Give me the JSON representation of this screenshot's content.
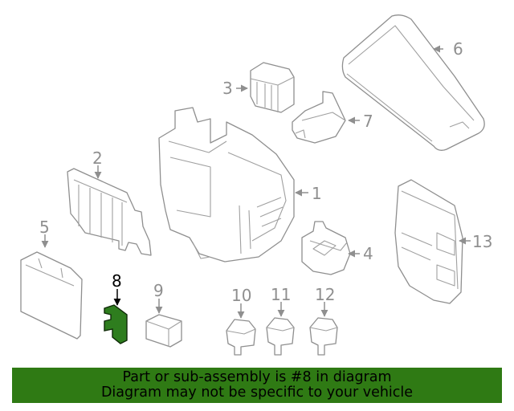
{
  "callouts": {
    "c1": "1",
    "c2": "2",
    "c3": "3",
    "c4": "4",
    "c5": "5",
    "c6": "6",
    "c7": "7",
    "c8": "8",
    "c9": "9",
    "c10": "10",
    "c11": "11",
    "c12": "12",
    "c13": "13"
  },
  "highlighted_part": "8",
  "colors": {
    "highlight": "#2e7d1e",
    "banner": "#2f7a14",
    "line_art": "#8f8f8f"
  },
  "banner": {
    "line1": "Part or sub-assembly is #8 in diagram",
    "line2": "Diagram may not be specific to your vehicle"
  }
}
